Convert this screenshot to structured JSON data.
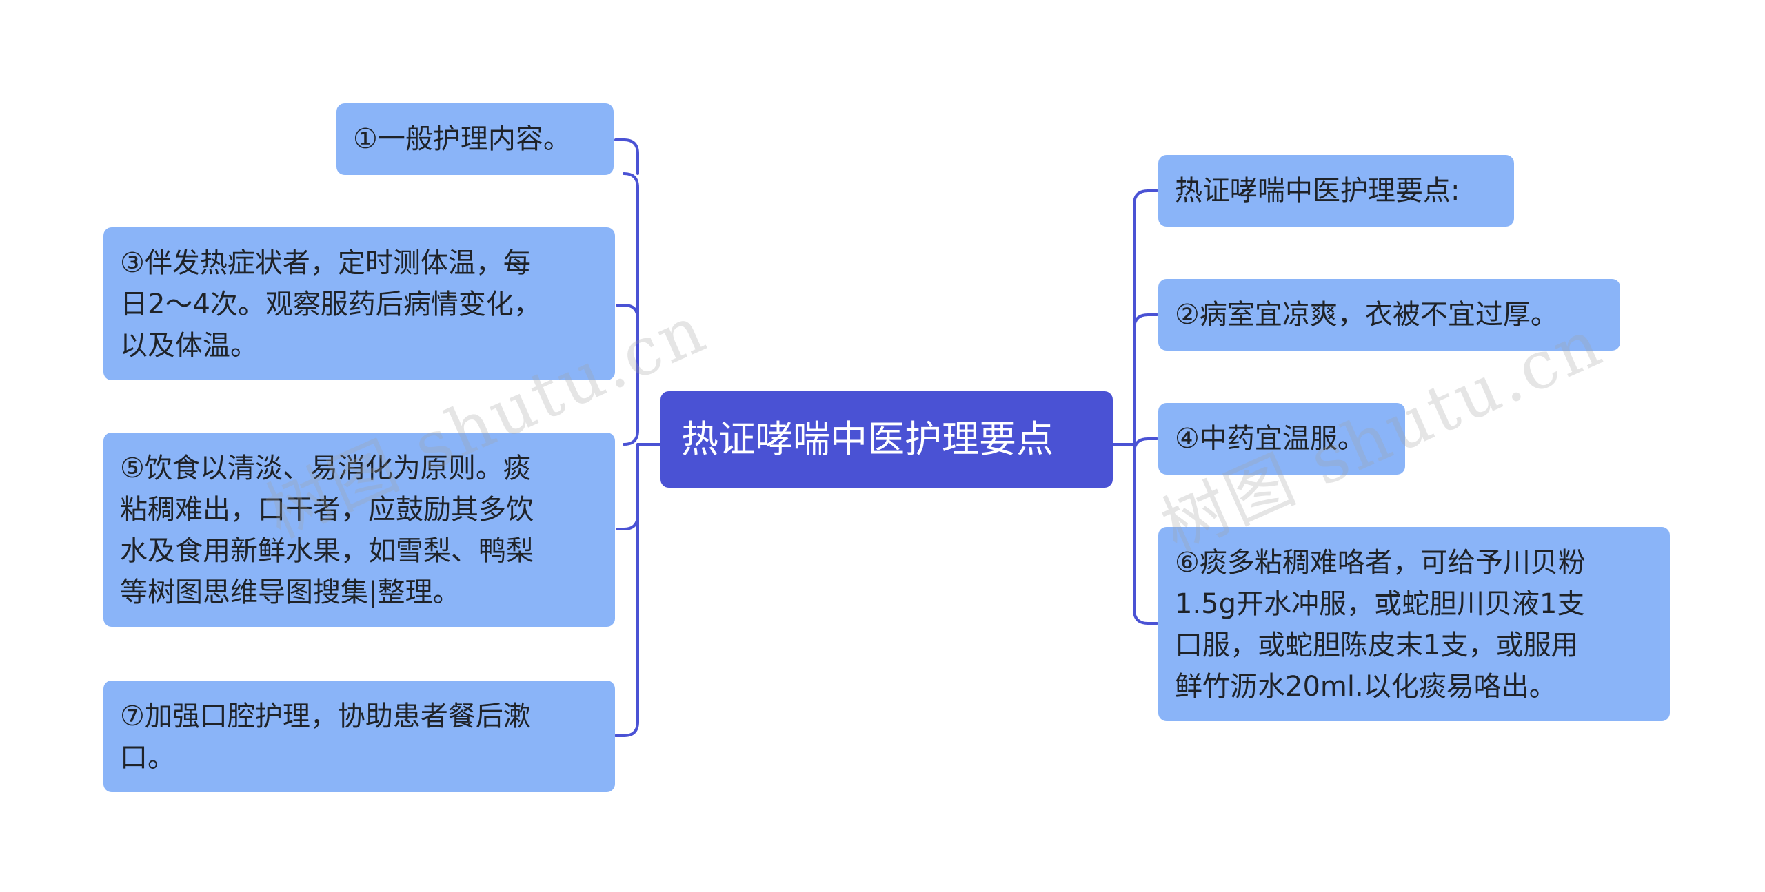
{
  "watermark": "树图 shutu.cn",
  "center": {
    "text": "热证哮喘中医护理要点"
  },
  "left_nodes": [
    {
      "text": "①一般护理内容。"
    },
    {
      "text": "③伴发热症状者，定时测体温，每\n日2～4次。观察服药后病情变化，\n以及体温。"
    },
    {
      "text": "⑤饮食以清淡、易消化为原则。痰\n粘稠难出，口干者，应鼓励其多饮\n水及食用新鲜水果，如雪梨、鸭梨\n等树图思维导图搜集|整理。"
    },
    {
      "text": "⑦加强口腔护理，协助患者餐后漱\n口。"
    }
  ],
  "right_nodes": [
    {
      "text": "热证哮喘中医护理要点:"
    },
    {
      "text": "②病室宜凉爽，衣被不宜过厚。"
    },
    {
      "text": "④中药宜温服。"
    },
    {
      "text": "⑥痰多粘稠难咯者，可给予川贝粉\n1.5g开水冲服，或蛇胆川贝液1支\n口服，或蛇胆陈皮末1支，或服用\n鲜竹沥水20ml.以化痰易咯出。"
    }
  ],
  "colors": {
    "center_fill": "#4a52d4",
    "node_fill": "#8ab4f8",
    "connector": "#4a52d4"
  }
}
